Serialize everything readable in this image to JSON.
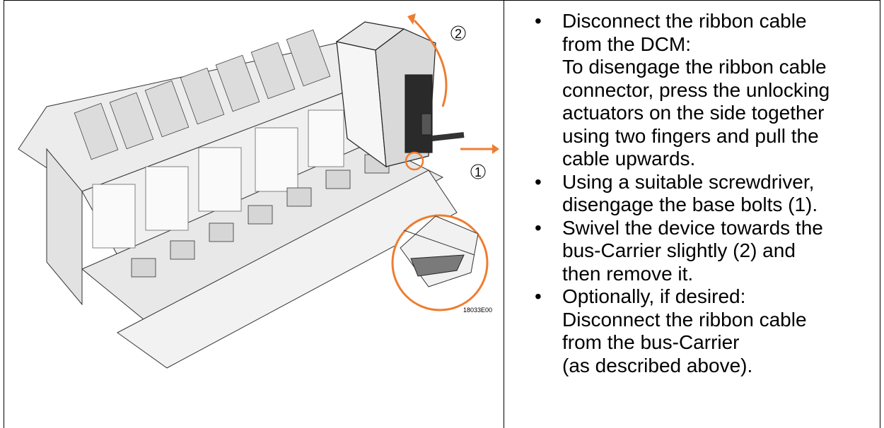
{
  "figure": {
    "id_label": "18033E00",
    "callout_1": "1",
    "callout_2": "2",
    "accent_color": "#ee7d2f"
  },
  "instructions": [
    {
      "bullet": "•",
      "lines": [
        "Disconnect the ribbon cable",
        "from the DCM:",
        "To disengage the ribbon cable",
        "connector, press the unlocking",
        "actuators on the side together",
        "using two fingers and pull the",
        "cable upwards."
      ]
    },
    {
      "bullet": "•",
      "lines": [
        "Using a suitable screwdriver,",
        "disengage the base bolts (1)."
      ]
    },
    {
      "bullet": "•",
      "lines": [
        "Swivel the device towards the",
        "bus-Carrier slightly (2) and",
        "then remove it."
      ]
    },
    {
      "bullet": "•",
      "lines": [
        "Optionally, if desired:",
        "Disconnect the ribbon cable",
        "from the bus-Carrier",
        "(as described above)."
      ]
    }
  ]
}
